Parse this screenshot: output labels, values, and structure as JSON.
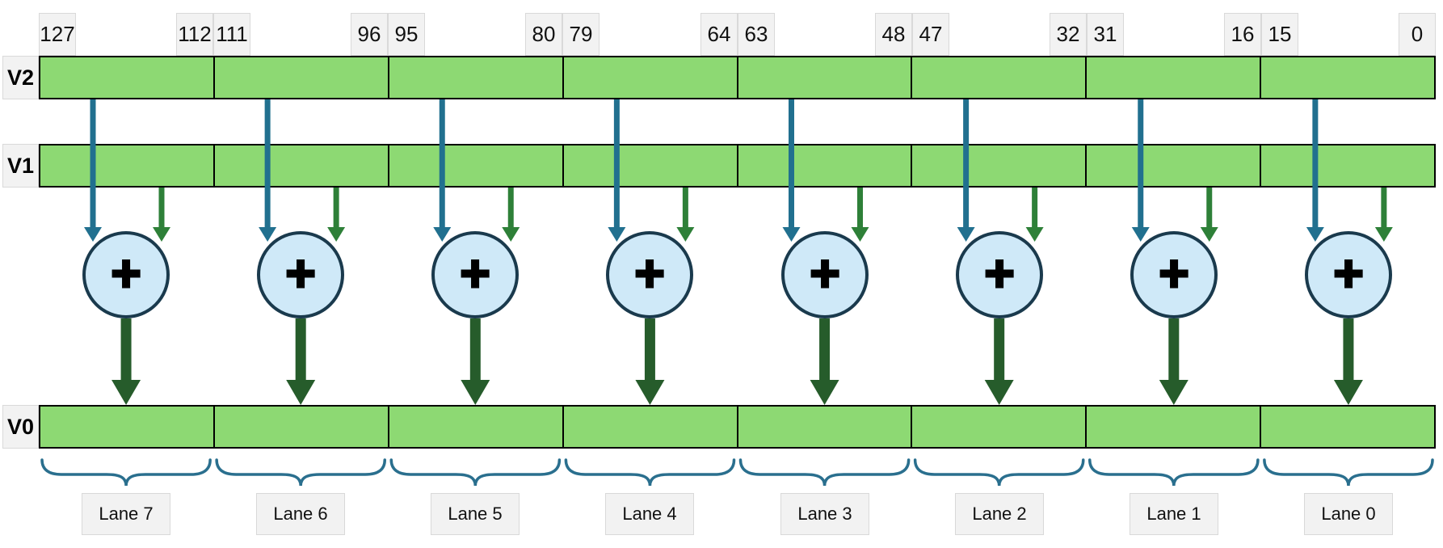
{
  "diagram": {
    "title": "simd-lanewise-vector-add",
    "bit_labels": [
      "127",
      "112",
      "111",
      "96",
      "95",
      "80",
      "79",
      "64",
      "63",
      "48",
      "47",
      "32",
      "31",
      "16",
      "15",
      "0"
    ],
    "registers": [
      {
        "name": "V2"
      },
      {
        "name": "V1"
      },
      {
        "name": "V0"
      }
    ],
    "adder_symbol": "+",
    "num_lanes": 8,
    "lanes": [
      "Lane 7",
      "Lane 6",
      "Lane 5",
      "Lane 4",
      "Lane 3",
      "Lane 2",
      "Lane 1",
      "Lane 0"
    ],
    "colors": {
      "register_fill": "#8dd973",
      "register_border": "#000000",
      "label_box_fill": "#f2f2f2",
      "label_box_border": "#d9d9d9",
      "operand_arrow_blue": "#21708f",
      "operand_arrow_green": "#2e8038",
      "result_arrow_green": "#265c2b",
      "adder_fill": "#cfe9f8",
      "adder_border": "#1a3a4d",
      "brace": "#2a6f8e",
      "text": "#000000"
    }
  }
}
